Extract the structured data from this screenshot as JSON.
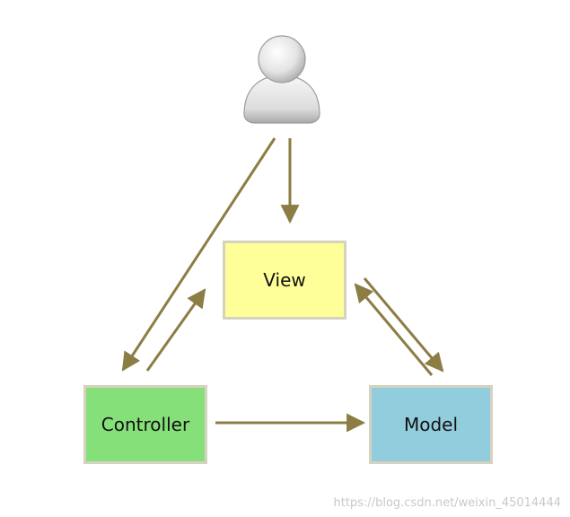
{
  "diagram": {
    "nodes": {
      "view": "View",
      "controller": "Controller",
      "model": "Model"
    },
    "actor_icon": "user-icon",
    "edges": [
      {
        "from": "user",
        "to": "view"
      },
      {
        "from": "user",
        "to": "controller"
      },
      {
        "from": "controller",
        "to": "view"
      },
      {
        "from": "controller",
        "to": "model"
      },
      {
        "from": "view",
        "to": "model"
      },
      {
        "from": "model",
        "to": "view"
      }
    ],
    "colors": {
      "view": "#ffff99",
      "controller": "#85e07a",
      "model": "#92cddd",
      "border": "#d5d3bf",
      "arrow": "#8b7d44"
    }
  },
  "watermark": "https://blog.csdn.net/weixin_45014444"
}
